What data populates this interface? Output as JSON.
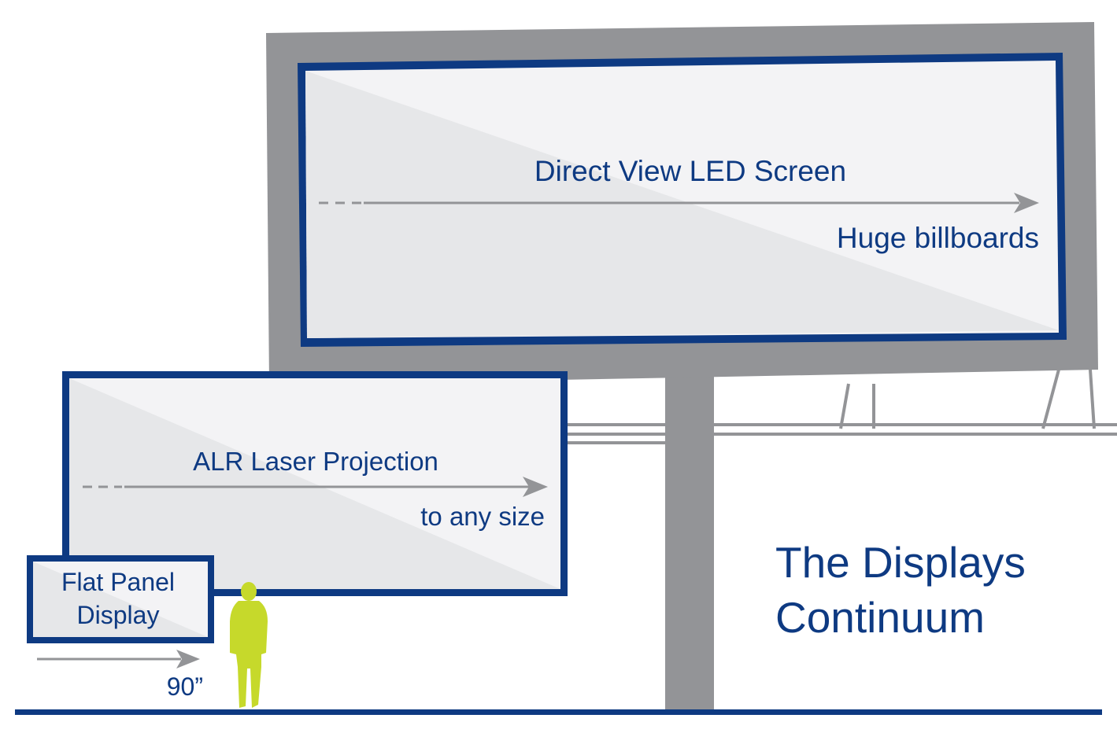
{
  "colors": {
    "navy": "#0e3a82",
    "gray": "#939497",
    "screen_light": "#f3f3f5",
    "screen_dark": "#e6e7e9",
    "person": "#c6d92b",
    "ground": "#0e3a82"
  },
  "led": {
    "title": "Direct View LED Screen",
    "range": "Huge billboards"
  },
  "alr": {
    "title": "ALR Laser Projection",
    "range": "to any size"
  },
  "flat_panel": {
    "title_line1": "Flat Panel",
    "title_line2": "Display",
    "range": "90”"
  },
  "heading": {
    "line1": "The Displays",
    "line2": "Continuum"
  },
  "icons": {
    "person": "person-silhouette-icon"
  }
}
